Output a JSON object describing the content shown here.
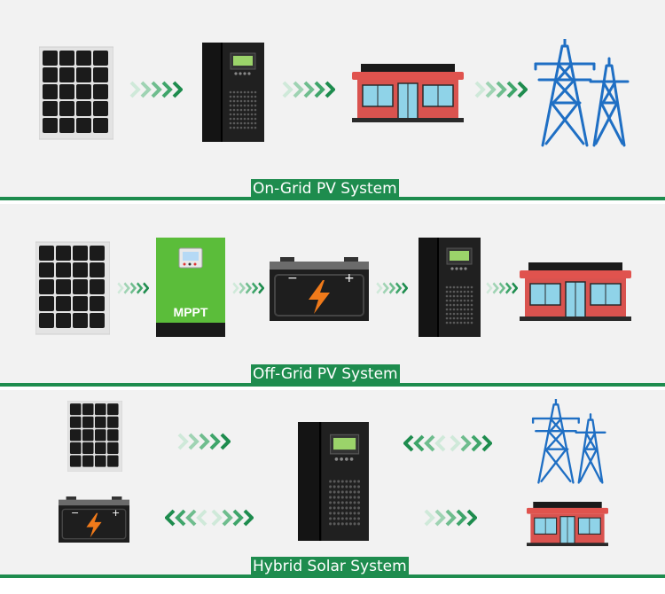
{
  "systems": [
    {
      "label": "On-Grid PV System",
      "components": [
        "solar-panel",
        "inverter",
        "shop",
        "transmission-tower"
      ]
    },
    {
      "label": "Off-Grid PV System",
      "components": [
        "solar-panel",
        "mppt-controller",
        "battery",
        "inverter",
        "shop"
      ],
      "controller_label": "MPPT"
    },
    {
      "label": "Hybrid Solar System",
      "components": [
        "solar-panel",
        "battery",
        "inverter",
        "transmission-tower",
        "shop"
      ]
    }
  ],
  "battery_symbols": {
    "minus": "−",
    "plus": "+"
  },
  "colors": {
    "accent_green": "#1e8c4e",
    "arrow_green": "#2e9a5c",
    "mppt_green": "#5bbd3a",
    "tower_blue": "#1f6fc4",
    "shop_red": "#d9534f",
    "battery_bolt": "#f07a1a",
    "device_black": "#1a1a1a"
  }
}
